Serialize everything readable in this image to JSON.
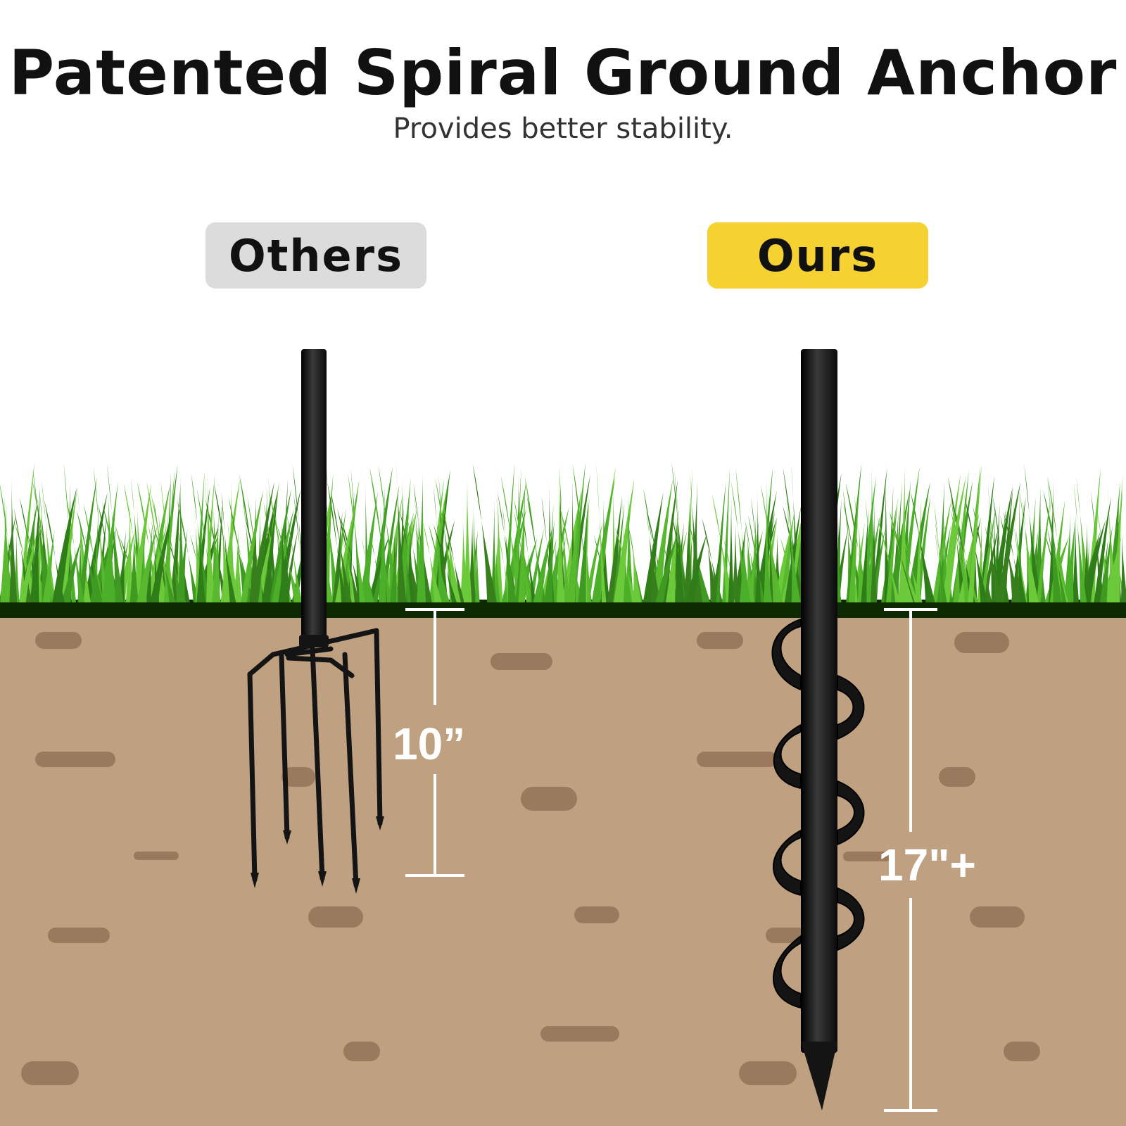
{
  "header": {
    "title": "Patented Spiral Ground Anchor",
    "subtitle": "Provides better stability."
  },
  "labels": {
    "others": "Others",
    "ours": "Ours"
  },
  "measurements": {
    "others_depth": "10”",
    "ours_depth": "17\"+"
  },
  "colors": {
    "ours_badge": "#f5d232",
    "others_badge": "#dcdcdc",
    "soil": "#bfa080",
    "grass": "#4caf2a",
    "anchor": "#141414"
  },
  "icons": {
    "others": "pitchfork-anchor-icon",
    "ours": "spiral-anchor-icon"
  }
}
